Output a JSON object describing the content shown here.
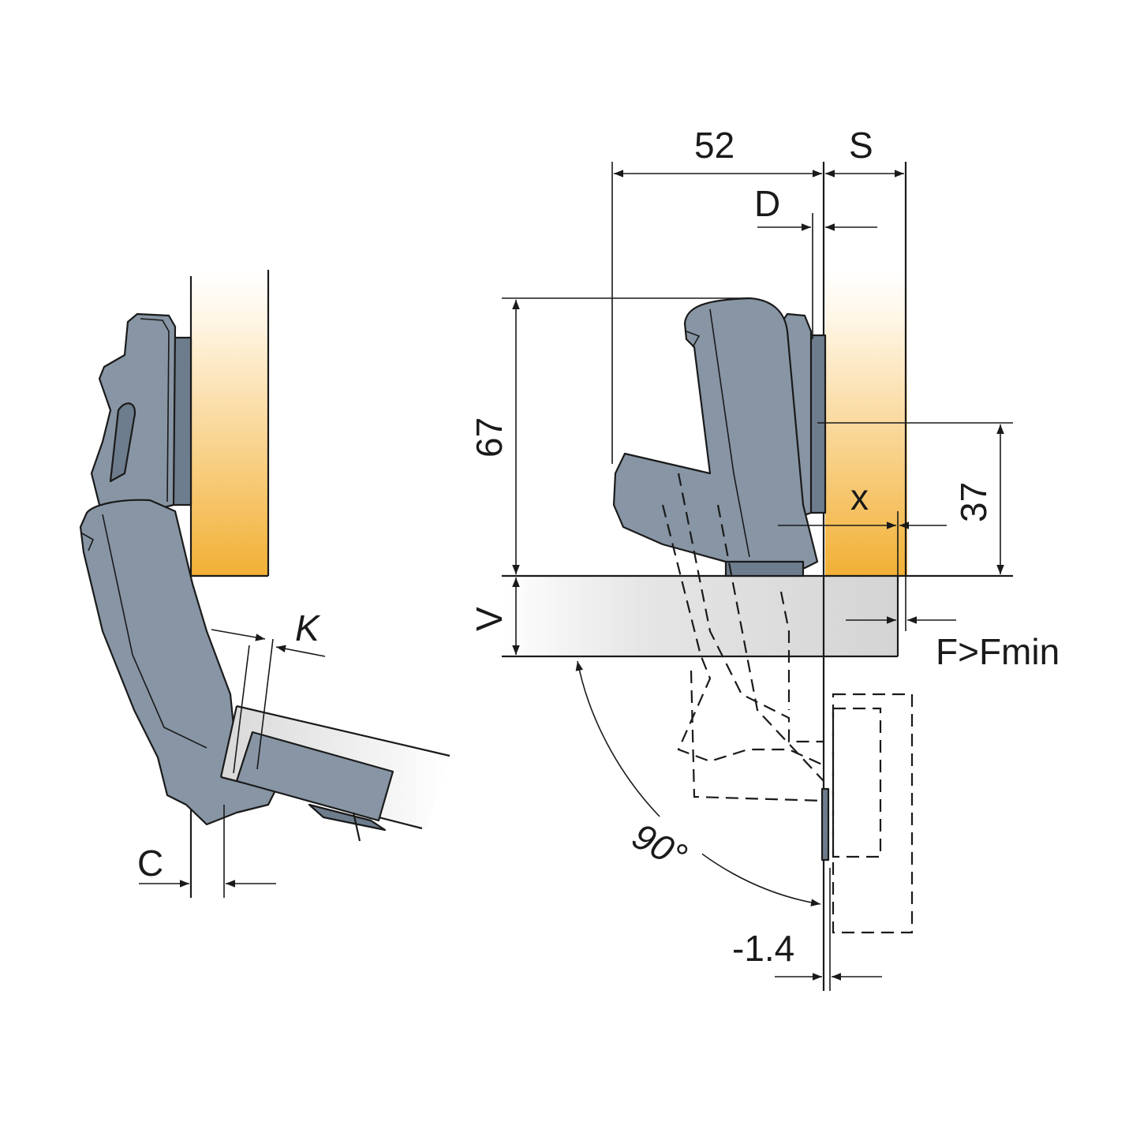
{
  "diagram": {
    "labels": {
      "dim_52": "52",
      "dim_s": "S",
      "dim_d": "D",
      "dim_67": "67",
      "dim_37": "37",
      "dim_x": "x",
      "dim_v": "V",
      "dim_k": "K",
      "dim_c": "C",
      "dim_f": "F>Fmin",
      "dim_angle": "90°",
      "dim_offset": "-1.4"
    },
    "colors": {
      "wood_light": "#fff6e6",
      "wood_dark": "#f2b035",
      "hinge_fill": "#8795a4",
      "door_fill": "#d8d8d8",
      "line": "#1a1a1a"
    }
  }
}
